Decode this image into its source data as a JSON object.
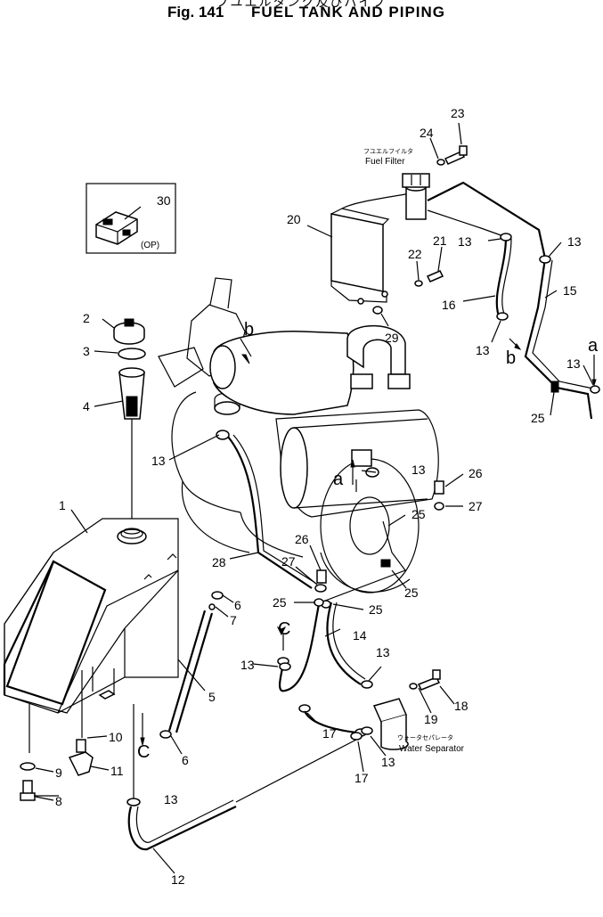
{
  "header": {
    "subtitle_jp": "フユエルタンク及びパイプ",
    "figure": "Fig. 141",
    "title": "FUEL TANK AND PIPING"
  },
  "annotations": {
    "fuel_filter_jp": "フユエルフイルタ",
    "fuel_filter": "Fuel Filter",
    "water_separator_jp": "ウォータセパレータ",
    "water_separator": "Water Separator",
    "option": "(OP)"
  },
  "tags": {
    "a": "a",
    "b": "b",
    "c": "C"
  },
  "callouts": [
    "1",
    "2",
    "3",
    "4",
    "5",
    "6",
    "6",
    "7",
    "8",
    "9",
    "10",
    "11",
    "12",
    "13",
    "13",
    "13",
    "13",
    "13",
    "13",
    "13",
    "13",
    "13",
    "13",
    "14",
    "15",
    "16",
    "17",
    "17",
    "18",
    "19",
    "20",
    "21",
    "22",
    "23",
    "24",
    "25",
    "25",
    "25",
    "25",
    "25",
    "26",
    "26",
    "27",
    "27",
    "28",
    "29",
    "30"
  ]
}
